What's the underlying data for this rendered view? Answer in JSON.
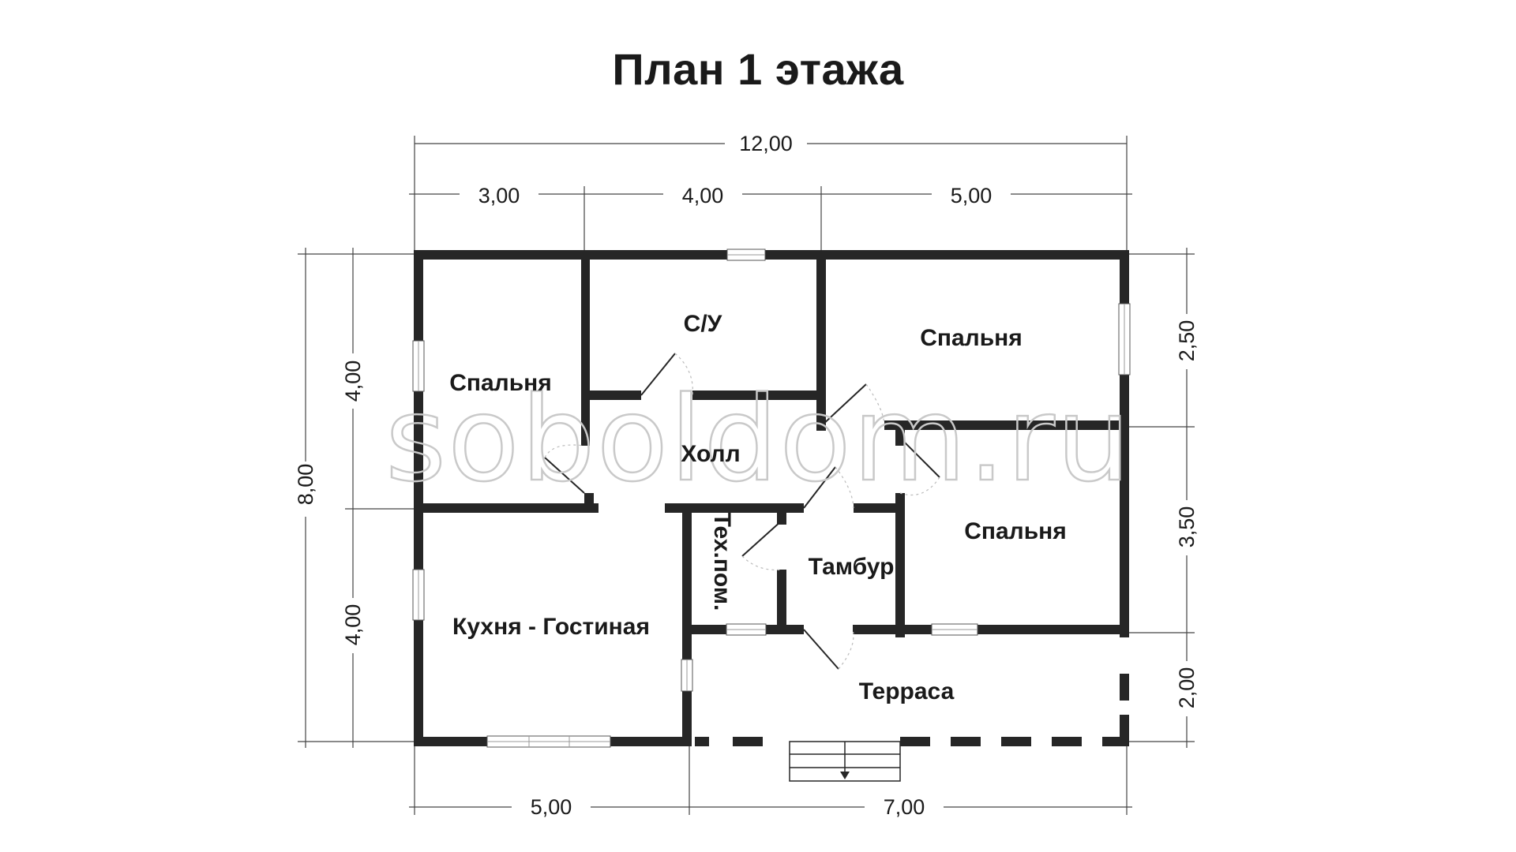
{
  "title": "План 1 этажа",
  "watermark": "soboldom.ru",
  "dimensions": {
    "total_width": "12,00",
    "top_segments": [
      "3,00",
      "4,00",
      "5,00"
    ],
    "bottom_segments": [
      "5,00",
      "7,00"
    ],
    "left_total": "8,00",
    "left_segments": [
      "4,00",
      "4,00"
    ],
    "right_segments": [
      "2,50",
      "3,50",
      "2,00"
    ]
  },
  "rooms": {
    "bathroom": "С/У",
    "bedroom_left": "Спальня",
    "bedroom_top_right": "Спальня",
    "bedroom_bottom_right": "Спальня",
    "hall": "Холл",
    "tech_room": "Тех.пом.",
    "vestibule": "Тамбур",
    "kitchen_living": "Кухня - Гостиная",
    "terrace": "Терраса"
  },
  "colors": {
    "wall": "#262626",
    "background": "#ffffff",
    "watermark_stroke": "#c9c9c9"
  }
}
